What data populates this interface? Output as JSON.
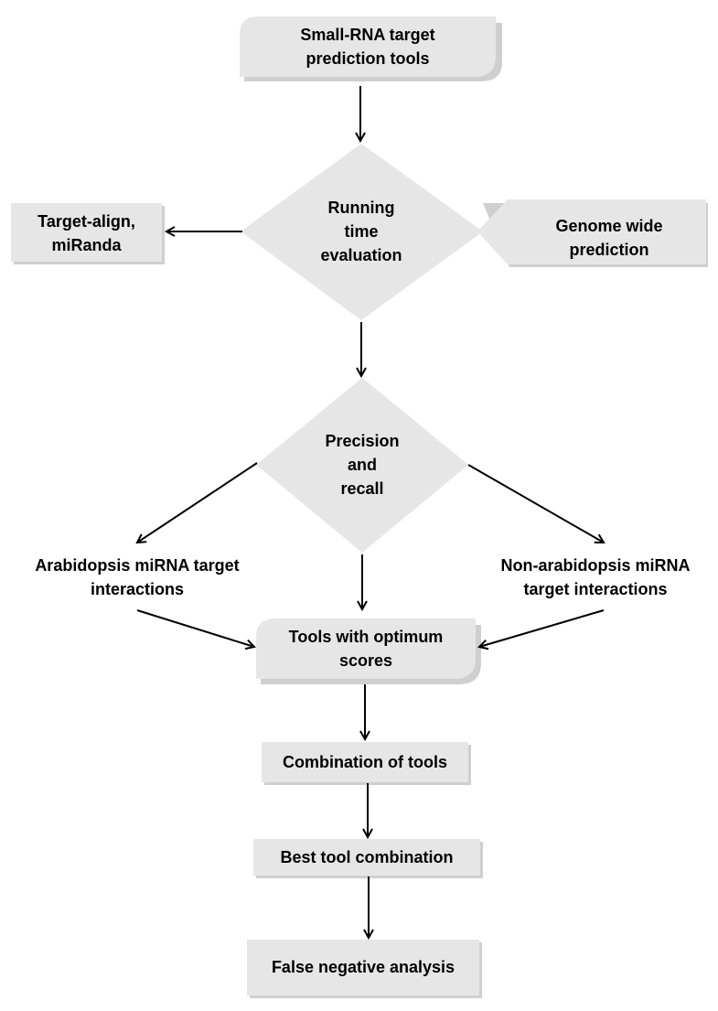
{
  "colors": {
    "shape_fill": "#e6e6e6",
    "line": "#000000",
    "background": "#ffffff"
  },
  "nodes": {
    "start": {
      "text": "Small-RNA target\nprediction tools"
    },
    "running": {
      "text": "Running\ntime\nevaluation"
    },
    "left_tools": {
      "text": "Target-align,\nmiRanda"
    },
    "genome": {
      "text": "Genome wide\nprediction"
    },
    "precision": {
      "text": "Precision\nand\nrecall"
    },
    "arabidopsis": {
      "text": "Arabidopsis miRNA target\ninteractions"
    },
    "non_arabidopsis": {
      "text": "Non-arabidopsis miRNA\ntarget interactions"
    },
    "optimum": {
      "text": "Tools with optimum\nscores"
    },
    "combination": {
      "text": "Combination of tools"
    },
    "best": {
      "text": "Best tool combination"
    },
    "false_negative": {
      "text": "False negative analysis"
    }
  }
}
